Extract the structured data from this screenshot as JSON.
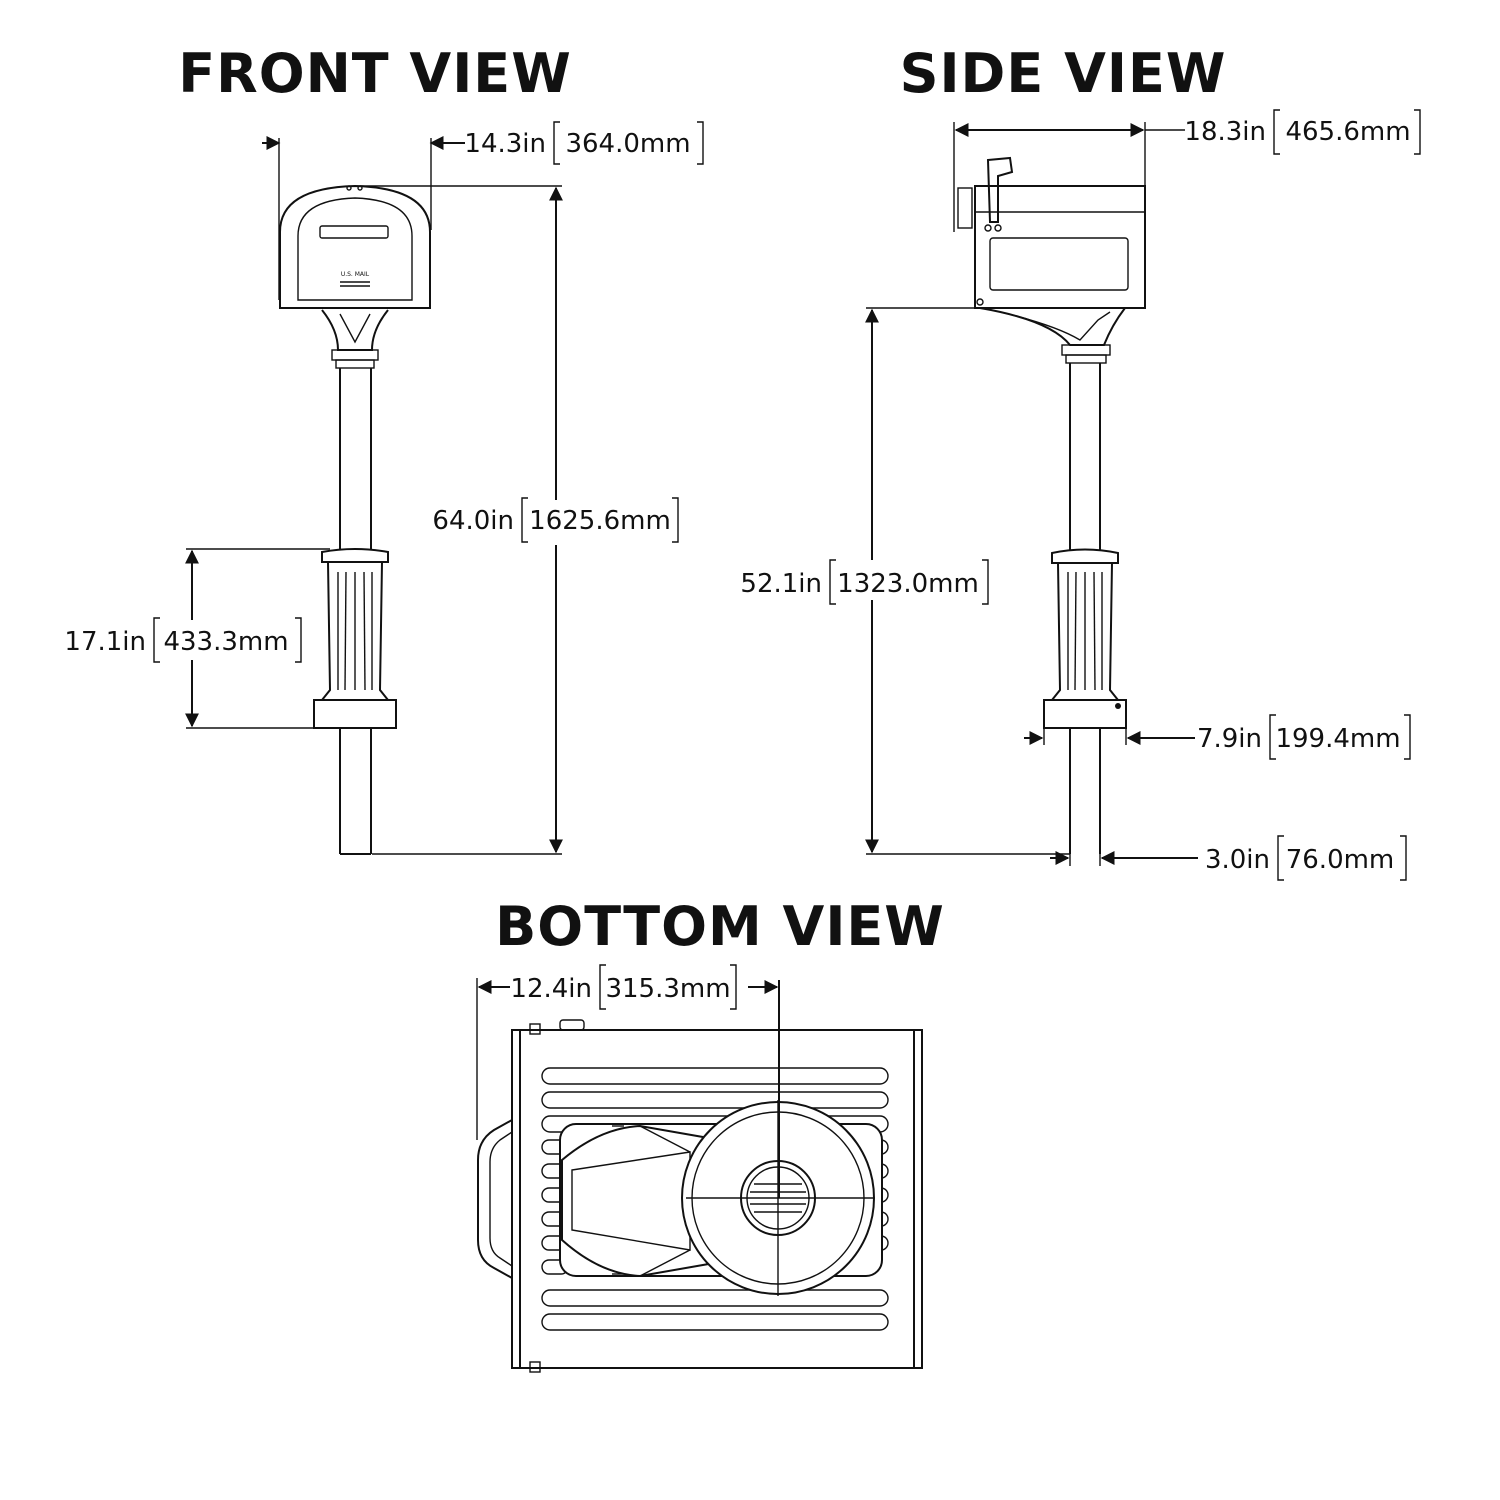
{
  "titles": {
    "front": "FRONT VIEW",
    "side": "SIDE VIEW",
    "bottom": "BOTTOM VIEW"
  },
  "door_text": {
    "line1": "U.S. MAIL"
  },
  "dimensions": {
    "front_width": {
      "in": "14.3in",
      "mm": "364.0mm"
    },
    "front_height": {
      "in": "64.0in",
      "mm": "1625.6mm"
    },
    "front_base": {
      "in": "17.1in",
      "mm": "433.3mm"
    },
    "side_depth": {
      "in": "18.3in",
      "mm": "465.6mm"
    },
    "side_height": {
      "in": "52.1in",
      "mm": "1323.0mm"
    },
    "side_base_width": {
      "in": "7.9in",
      "mm": "199.4mm"
    },
    "side_post_width": {
      "in": "3.0in",
      "mm": "76.0mm"
    },
    "bottom_offset": {
      "in": "12.4in",
      "mm": "315.3mm"
    }
  }
}
